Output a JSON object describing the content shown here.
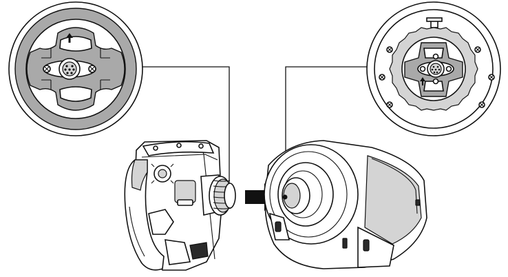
{
  "diagram": {
    "panels": [
      "wheel-hub-detail",
      "base-mount-detail",
      "wheel-rim",
      "wheel-base"
    ],
    "icons": [
      "up-arrow-icon",
      "right-arrow-icon",
      "connector-icon",
      "screw-icon"
    ],
    "colors": {
      "stroke": "#111111",
      "fill_gray": "#a9a9a9",
      "fill_light": "#d4d4d4",
      "background": "#ffffff"
    }
  }
}
